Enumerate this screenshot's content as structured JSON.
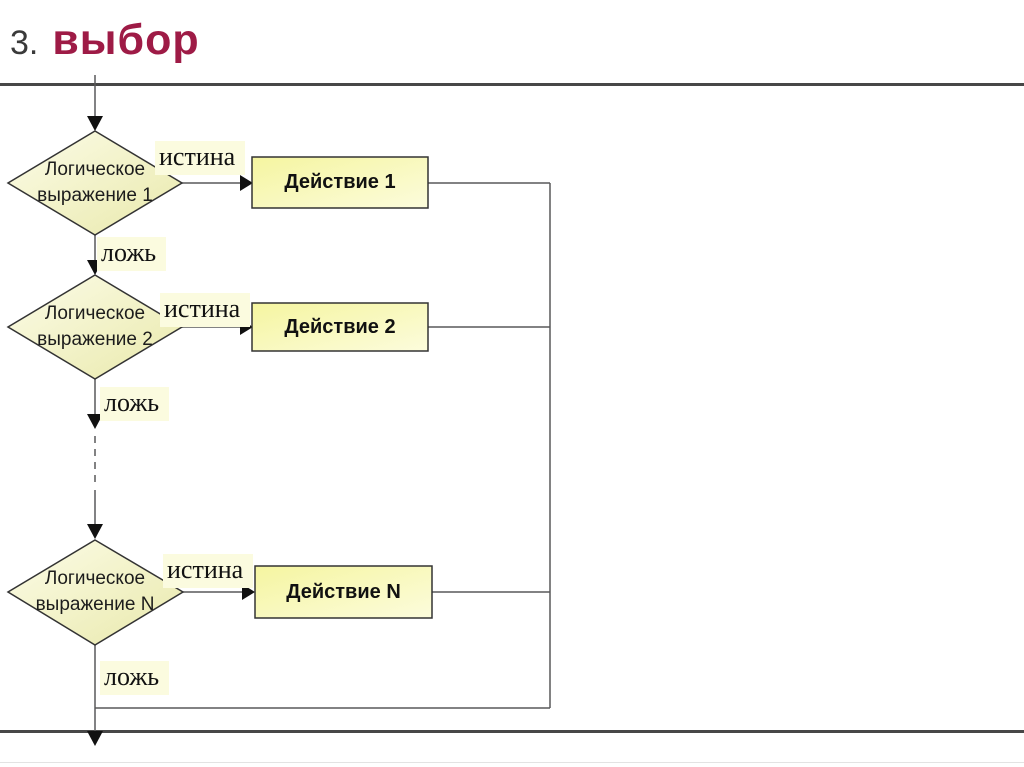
{
  "title": {
    "number": "3.",
    "text": "выбор"
  },
  "colors": {
    "accent_title": "#9e1b46",
    "shape_fill_light": "#fcfce8",
    "shape_fill_dark": "#e9e9ab",
    "box_fill_start": "#f5f5a0",
    "box_fill_end": "#fcfcdc",
    "label_bg": "#fbfbdf",
    "line": "#58585a",
    "rule": "#474747"
  },
  "flowchart": {
    "rows": [
      {
        "condition_line1": "Логическое",
        "condition_line2": "выражение 1",
        "true_label": "истина",
        "false_label": "ложь",
        "action": "Действие 1"
      },
      {
        "condition_line1": "Логическое",
        "condition_line2": "выражение 2",
        "true_label": "истина",
        "false_label": "ложь",
        "action": "Действие 2"
      },
      {
        "condition_line1": "Логическое",
        "condition_line2": "выражение N",
        "true_label": "истина",
        "false_label": "ложь",
        "action": "Действие N"
      }
    ]
  }
}
